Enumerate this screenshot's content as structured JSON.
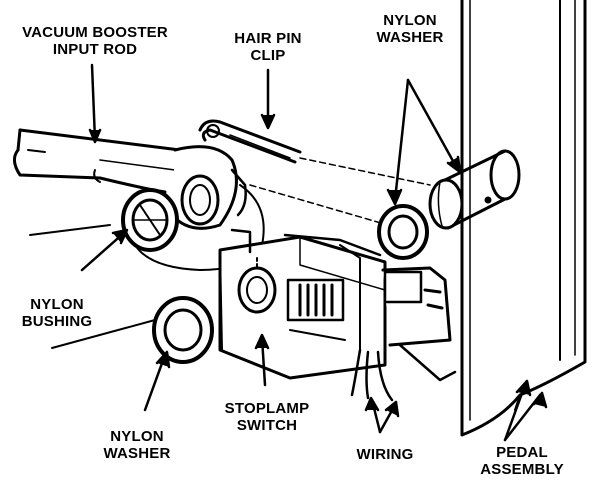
{
  "labels": {
    "vacuum_booster_input_rod": [
      "VACUUM BOOSTER",
      "INPUT ROD"
    ],
    "hair_pin_clip": [
      "HAIR PIN",
      "CLIP"
    ],
    "nylon_washer_top": [
      "NYLON",
      "WASHER"
    ],
    "nylon_bushing": [
      "NYLON",
      "BUSHING"
    ],
    "nylon_washer_bottom": [
      "NYLON",
      "WASHER"
    ],
    "stoplamp_switch": [
      "STOPLAMP",
      "SWITCH"
    ],
    "wiring": "WIRING",
    "pedal_assembly": [
      "PEDAL",
      "ASSEMBLY"
    ]
  },
  "colors": {
    "ink": "#000000",
    "paper": "#ffffff"
  }
}
